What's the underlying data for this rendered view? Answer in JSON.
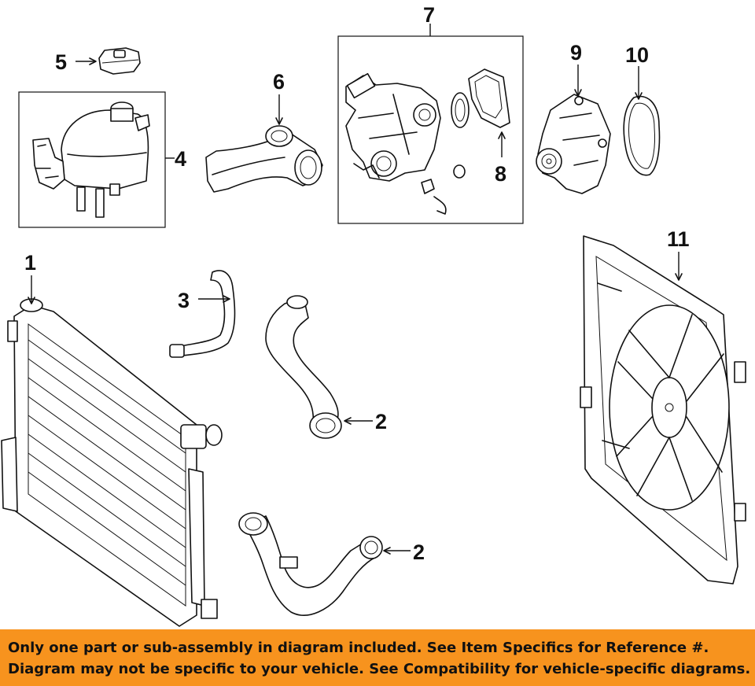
{
  "callouts": {
    "c1": "1",
    "c2a": "2",
    "c2b": "2",
    "c3": "3",
    "c4": "4",
    "c5": "5",
    "c6": "6",
    "c7": "7",
    "c8": "8",
    "c9": "9",
    "c10": "10",
    "c11": "11"
  },
  "parts": [
    {
      "number": "1",
      "name": "radiator"
    },
    {
      "number": "2",
      "name": "radiator-hose"
    },
    {
      "number": "3",
      "name": "bypass-hose"
    },
    {
      "number": "4",
      "name": "coolant-reservoir"
    },
    {
      "number": "5",
      "name": "reservoir-cap"
    },
    {
      "number": "6",
      "name": "thermostat-housing-pipe"
    },
    {
      "number": "7",
      "name": "thermostat-housing-assembly"
    },
    {
      "number": "8",
      "name": "housing-gasket"
    },
    {
      "number": "9",
      "name": "water-pump"
    },
    {
      "number": "10",
      "name": "water-pump-gasket"
    },
    {
      "number": "11",
      "name": "fan-assembly"
    }
  ],
  "banner": {
    "line1": "Only one part or sub-assembly in diagram included. See Item Specifics for Reference #.",
    "line2": "Diagram may not be specific to your vehicle. See Compatibility for vehicle-specific diagrams.",
    "background": "#f7931e"
  }
}
